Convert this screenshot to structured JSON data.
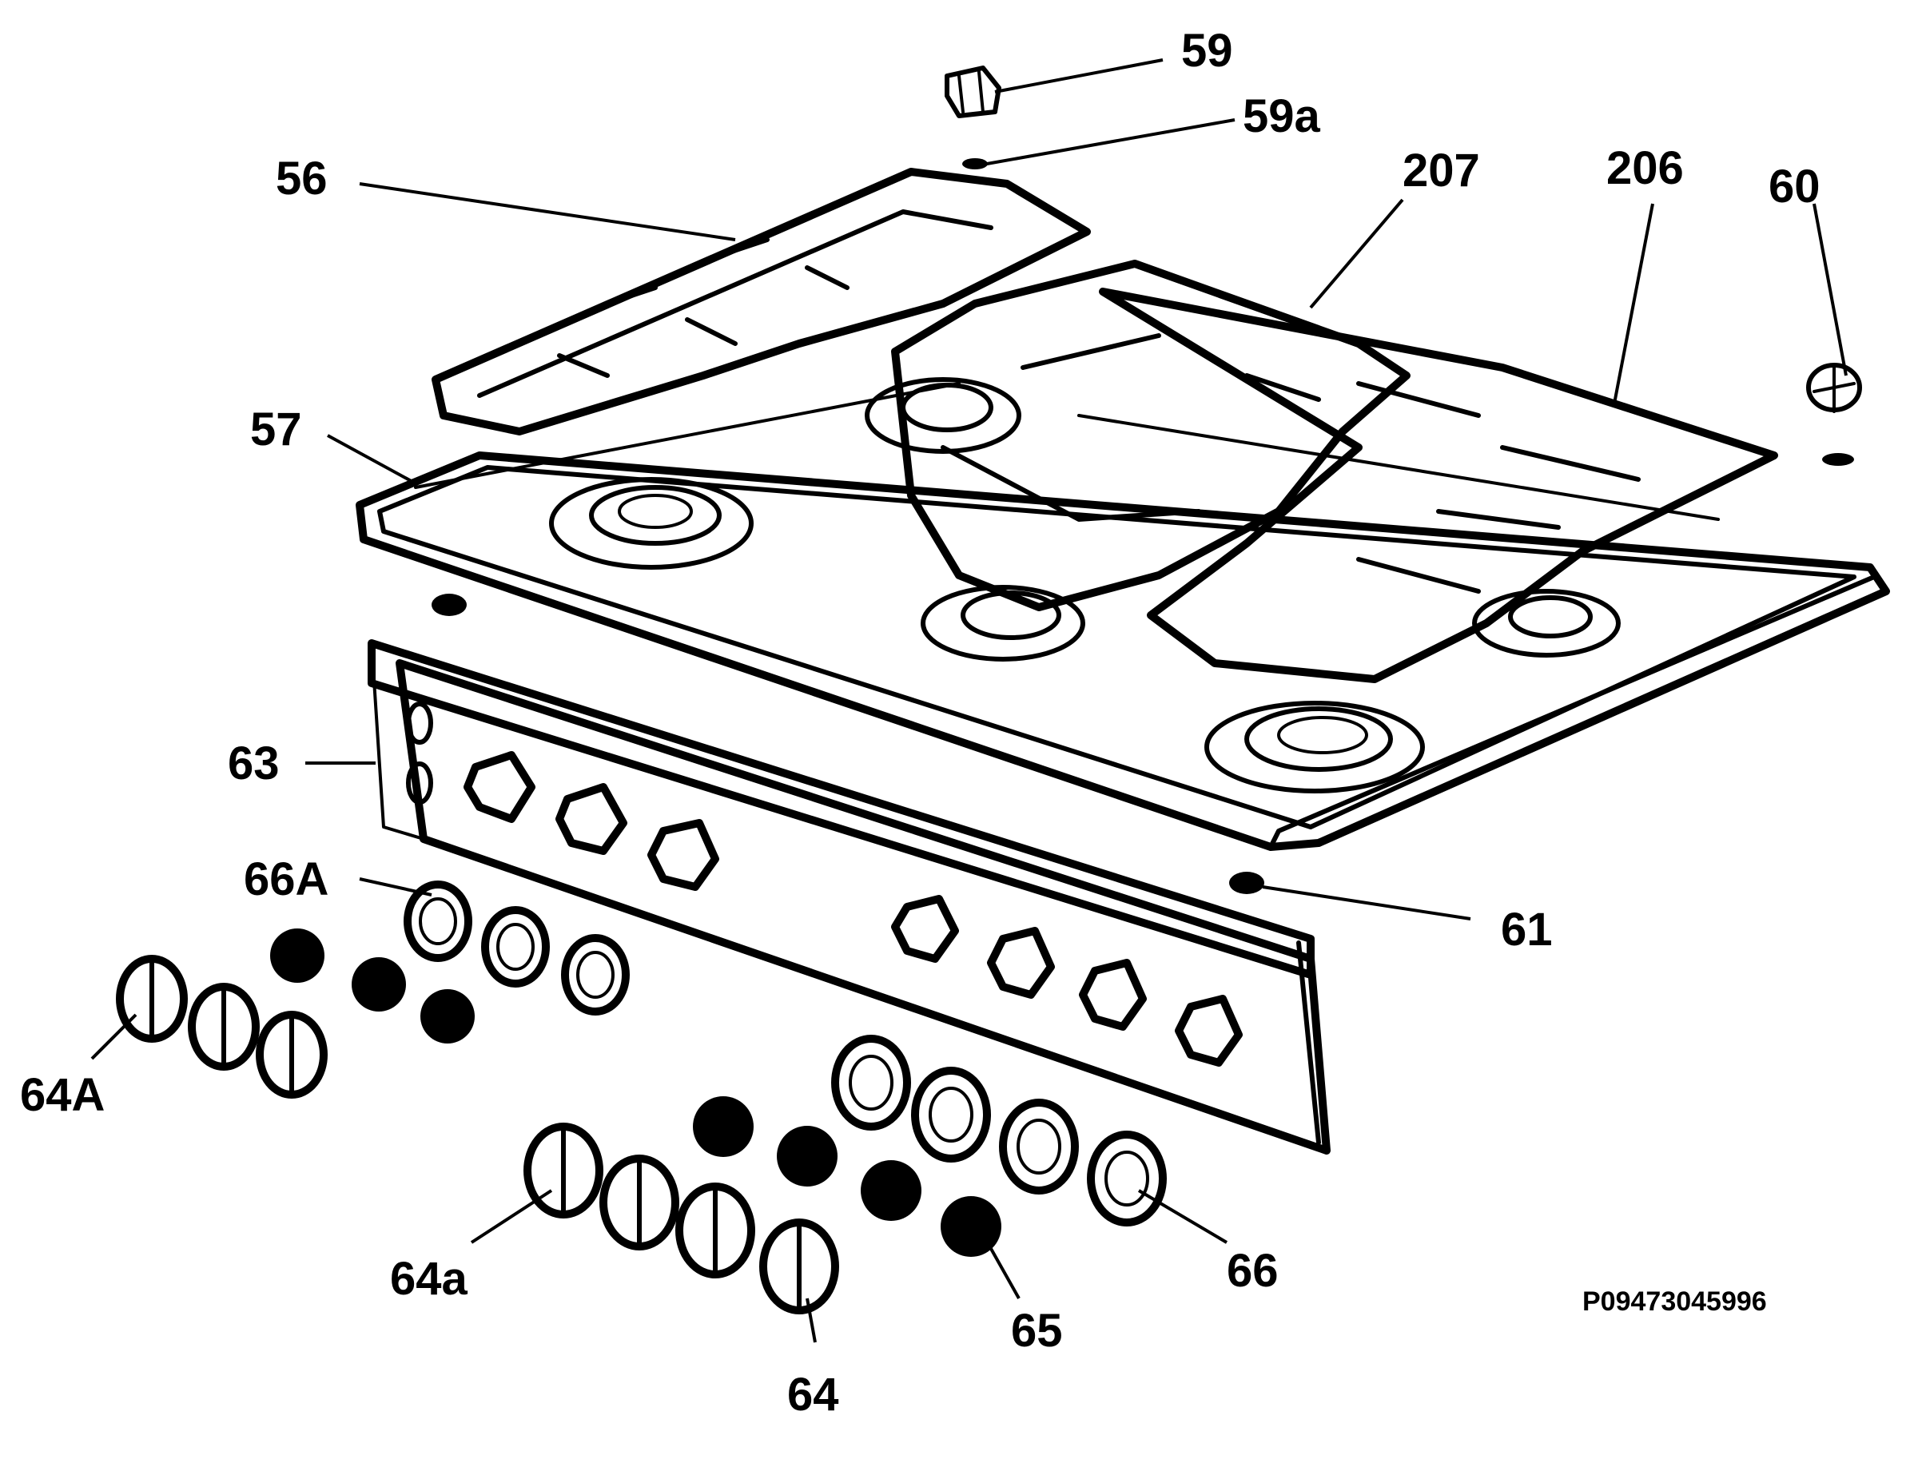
{
  "diagram": {
    "reference_code": "P09473045996",
    "callouts": [
      {
        "id": "c59",
        "label": "59"
      },
      {
        "id": "c59a",
        "label": "59a"
      },
      {
        "id": "c56",
        "label": "56"
      },
      {
        "id": "c207",
        "label": "207"
      },
      {
        "id": "c206",
        "label": "206"
      },
      {
        "id": "c60",
        "label": "60"
      },
      {
        "id": "c57",
        "label": "57"
      },
      {
        "id": "c63",
        "label": "63"
      },
      {
        "id": "c66A",
        "label": "66A"
      },
      {
        "id": "c61",
        "label": "61"
      },
      {
        "id": "c64A",
        "label": "64A"
      },
      {
        "id": "c64a",
        "label": "64a"
      },
      {
        "id": "c65",
        "label": "65"
      },
      {
        "id": "c66",
        "label": "66"
      },
      {
        "id": "c64",
        "label": "64"
      }
    ]
  }
}
